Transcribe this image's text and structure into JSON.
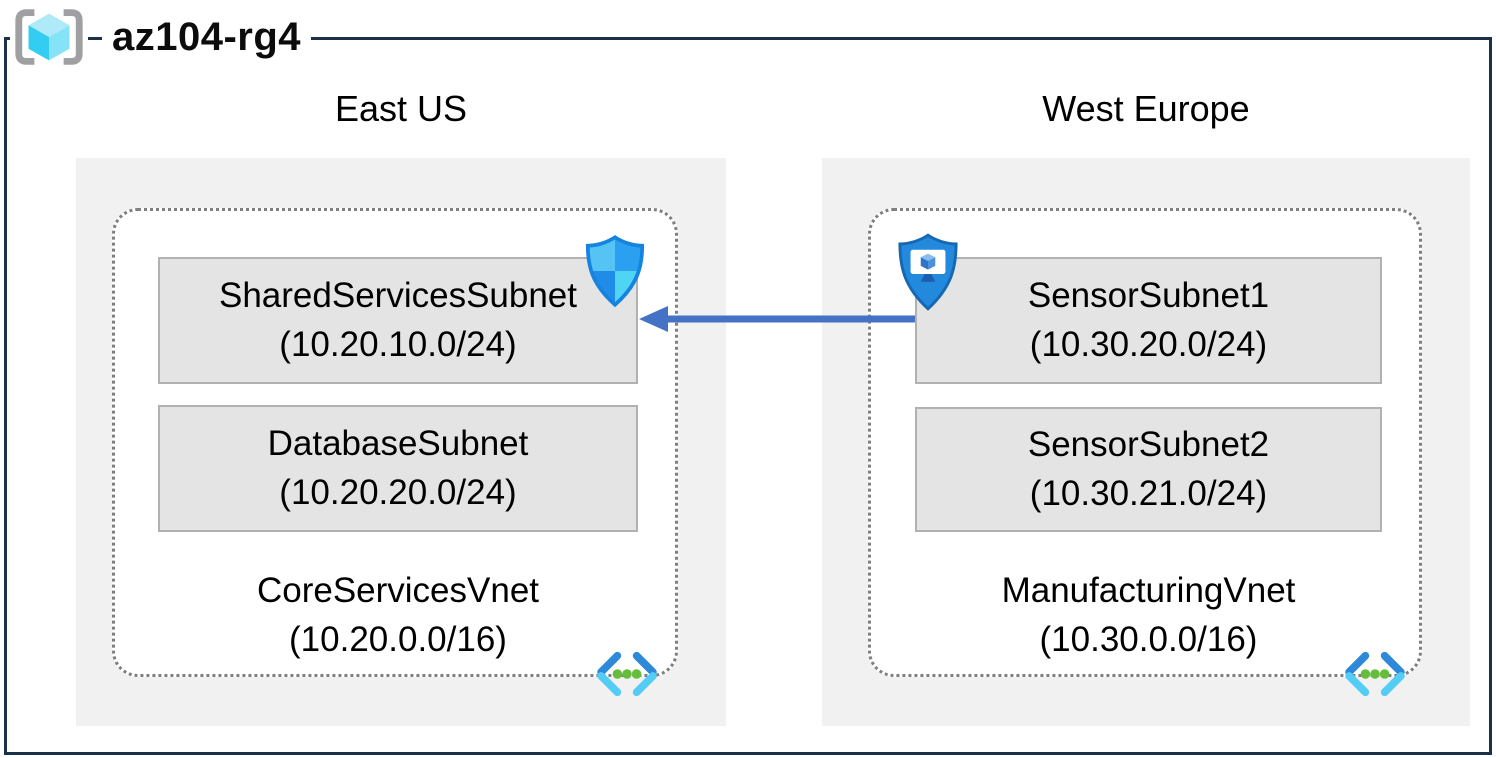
{
  "resource_group": {
    "name": "az104-rg4",
    "icon": "resource-group-icon"
  },
  "regions": [
    {
      "name": "East US",
      "vnet": {
        "name": "CoreServicesVnet",
        "cidr": "(10.20.0.0/16)",
        "icon": "virtual-network-icon"
      },
      "subnets": [
        {
          "name": "SharedServicesSubnet",
          "cidr": "(10.20.10.0/24)",
          "badge_icon": "network-security-group-shield-icon"
        },
        {
          "name": "DatabaseSubnet",
          "cidr": "(10.20.20.0/24)"
        }
      ]
    },
    {
      "name": "West Europe",
      "vnet": {
        "name": "ManufacturingVnet",
        "cidr": "(10.30.0.0/16)",
        "icon": "virtual-network-icon"
      },
      "subnets": [
        {
          "name": "SensorSubnet1",
          "cidr": "(10.30.20.0/24)",
          "badge_icon": "bastion-shield-monitor-icon"
        },
        {
          "name": "SensorSubnet2",
          "cidr": "(10.30.21.0/24)"
        }
      ]
    }
  ],
  "connection": {
    "from": "SensorSubnet1",
    "to": "SharedServicesSubnet",
    "direction": "right-to-left",
    "color": "#4472c4"
  },
  "colors": {
    "frame_border": "#1b3149",
    "region_background": "#f1f1f2",
    "subnet_background": "#e4e4e5",
    "subnet_border": "#b1b1b1",
    "vnet_dotted_border": "#7f7f7f",
    "arrow_blue": "#4472c4",
    "nsg_light_cyan": "#55c4f5",
    "nsg_medium_blue": "#2b9ff0",
    "shield_fill_blue": "#2289dd",
    "icon_green_dot": "#66bd3c",
    "cube_cyan": "#33cdf1"
  }
}
